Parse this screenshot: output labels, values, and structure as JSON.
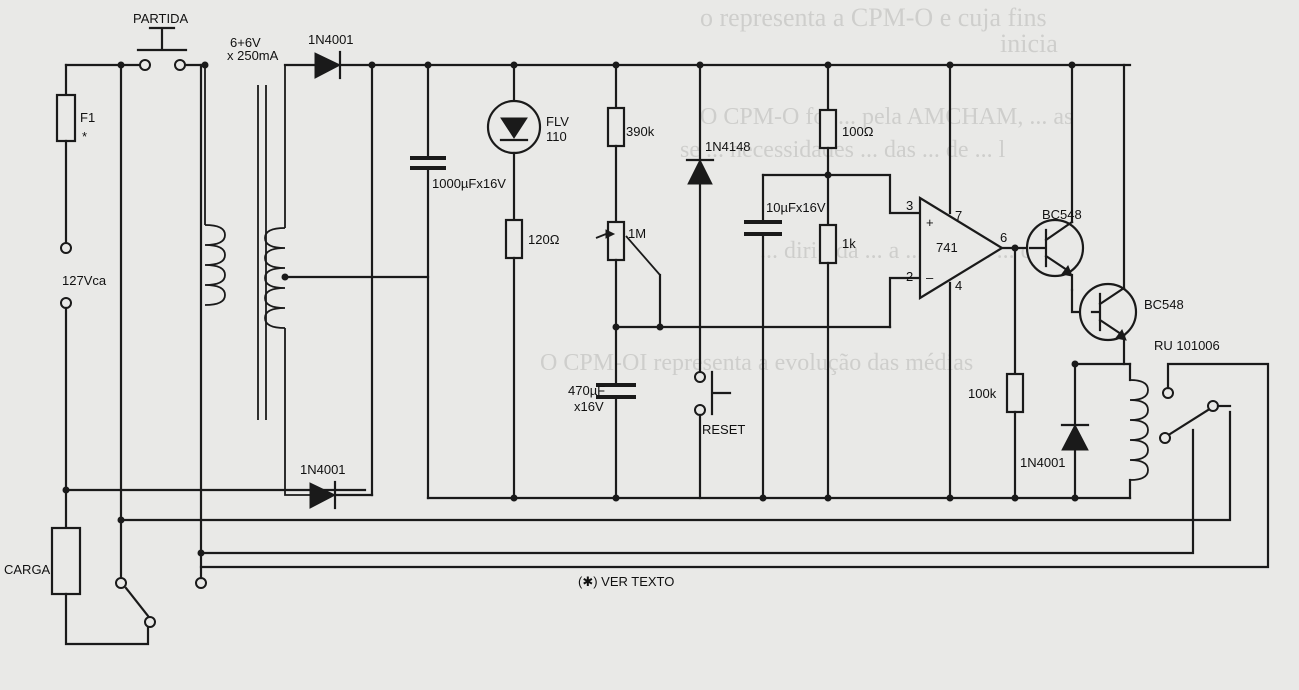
{
  "labels": {
    "partida": "PARTIDA",
    "transformer_line1": "6+6V",
    "transformer_line2": "x 250mA",
    "diode_top": "1N4001",
    "diode_bottom": "1N4001",
    "fuse": "F1",
    "fuse_mark": "*",
    "mains": "127Vca",
    "carga": "CARGA",
    "cap_filter": "1000µFx16V",
    "led_line1": "FLV",
    "led_line2": "110",
    "res_led": "120Ω",
    "res_390k": "390k",
    "pot_1m": "1M",
    "cap_timer_line1": "470µF",
    "cap_timer_line2": "x16V",
    "diode_1n4148": "1N4148",
    "reset": "RESET",
    "cap_10u": "10µFx16V",
    "res_100": "100Ω",
    "res_1k": "1k",
    "opamp": "741",
    "pin3": "3",
    "pin2": "2",
    "pin7": "7",
    "pin4": "4",
    "pin6": "6",
    "plus": "+",
    "minus": "–",
    "res_100k": "100k",
    "q1": "BC548",
    "q2": "BC548",
    "relay": "RU 101006",
    "diode_relay": "1N4001",
    "footnote": "(✱) VER TEXTO"
  },
  "bleed_text": {
    "line1": "o representa a CPM-O e cuja fins",
    "line2": "inicia",
    "line3": "O CPM-O foi ... pela AMCHAM, ... as",
    "line4": "se ... necessidades ... das ... de ... l",
    "line5": "... dirigida ... a ... ordem ... do ...",
    "line6": "O CPM-OI representa a evolução das médias"
  },
  "colors": {
    "ink": "#1a1a1a",
    "paper": "#e9e9e7",
    "bleed": "#b9b9b6"
  }
}
